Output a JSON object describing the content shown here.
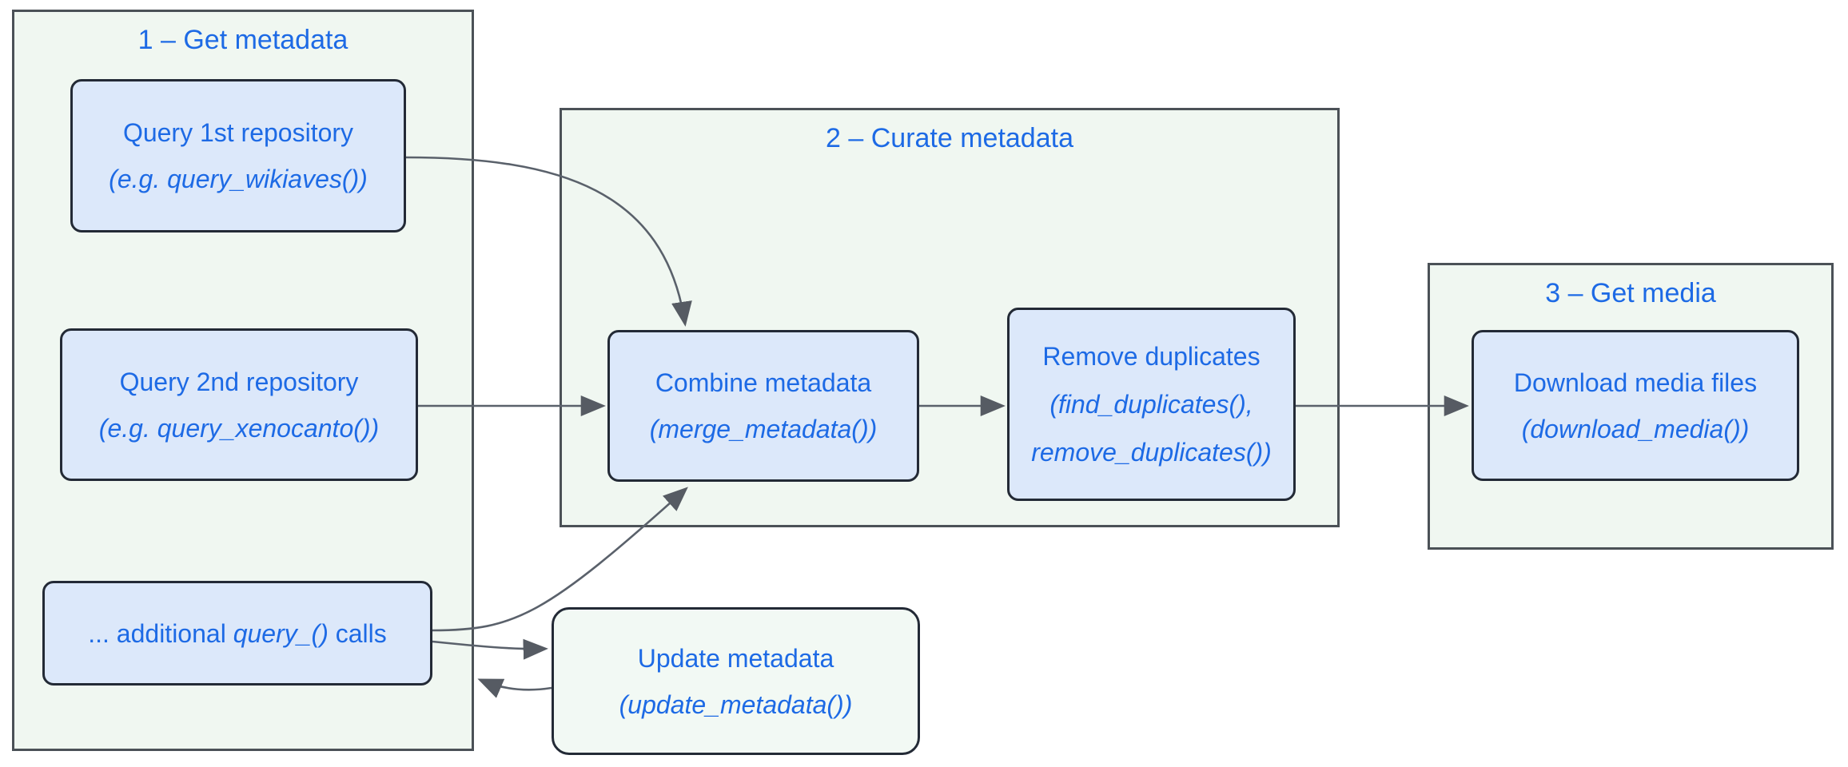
{
  "diagram": {
    "groups": [
      {
        "id": "get-metadata",
        "title": "1 – Get metadata"
      },
      {
        "id": "curate-metadata",
        "title": "2 – Curate metadata"
      },
      {
        "id": "get-media",
        "title": "3 – Get media"
      }
    ],
    "nodes": {
      "query1": {
        "line1": "Query 1st repository",
        "line2": "(e.g. query_wikiaves())"
      },
      "query2": {
        "line1": "Query 2nd repository",
        "line2": "(e.g. query_xenocanto())"
      },
      "additional": {
        "prefix": "... additional ",
        "mid": "query_()",
        "suffix": " calls"
      },
      "combine": {
        "line1": "Combine metadata",
        "line2": "(merge_metadata())"
      },
      "remove": {
        "line1": "Remove duplicates",
        "line2": "(find_duplicates(),",
        "line3": "remove_duplicates())"
      },
      "download": {
        "line1": "Download media files",
        "line2": "(download_media())"
      },
      "update": {
        "line1": "Update metadata",
        "line2": "(update_metadata())"
      }
    },
    "edges": [
      {
        "from": "query1",
        "to": "combine",
        "enters": "top"
      },
      {
        "from": "query2",
        "to": "combine",
        "enters": "left"
      },
      {
        "from": "combine",
        "to": "remove",
        "enters": "left"
      },
      {
        "from": "remove",
        "to": "download",
        "enters": "left"
      },
      {
        "from": "additional",
        "to": "combine",
        "enters": "bottom"
      },
      {
        "from": "additional",
        "to": "update",
        "enters": "left"
      },
      {
        "from": "update",
        "to": "additional",
        "enters": "right"
      }
    ],
    "colors": {
      "text_blue": "#1d6ae5",
      "node_fill": "#dce8fa",
      "node_border": "#232a36",
      "group_fill": "#f0f7f1",
      "group_border": "#4b5157",
      "update_fill": "#f2f9f4",
      "arrow": "#5a616b",
      "background": "#ffffff"
    }
  }
}
